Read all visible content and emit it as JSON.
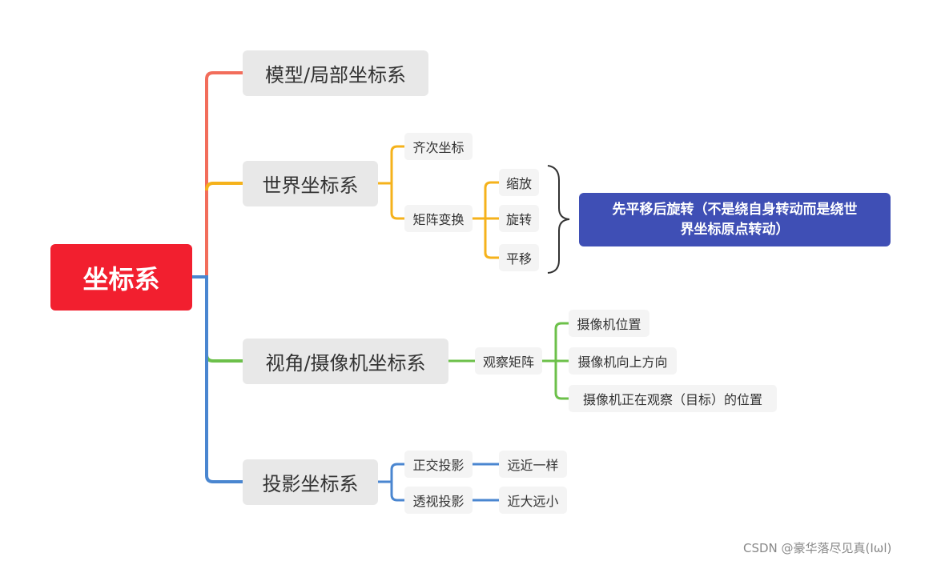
{
  "root": {
    "label": "坐标系"
  },
  "branches": {
    "model": {
      "label": "模型/局部坐标系"
    },
    "world": {
      "label": "世界坐标系",
      "homogeneous": "齐次坐标",
      "matrix_transform": "矩阵变换",
      "scale": "缩放",
      "rotate": "旋转",
      "translate": "平移"
    },
    "view": {
      "label": "视角/摄像机坐标系",
      "view_matrix": "观察矩阵",
      "camera_position": "摄像机位置",
      "camera_up": "摄像机向上方向",
      "camera_target": "摄像机正在观察（目标）的位置"
    },
    "projection": {
      "label": "投影坐标系",
      "ortho": "正交投影",
      "ortho_note": "远近一样",
      "perspective": "透视投影",
      "perspective_note": "近大远小"
    }
  },
  "callout": {
    "line1": "先平移后旋转（不是绕自身转动而是绕世",
    "line2": "界坐标原点转动）"
  },
  "watermark": "CSDN @豪华落尽见真(Ιωl)",
  "colors": {
    "root": "#f21f2f",
    "model_branch": "#f26d5b",
    "world_branch": "#f5b21b",
    "view_branch": "#6cc04a",
    "projection_branch": "#4a86d0",
    "callout": "#3f4fb5",
    "node_fill": "#e8e8e8"
  }
}
